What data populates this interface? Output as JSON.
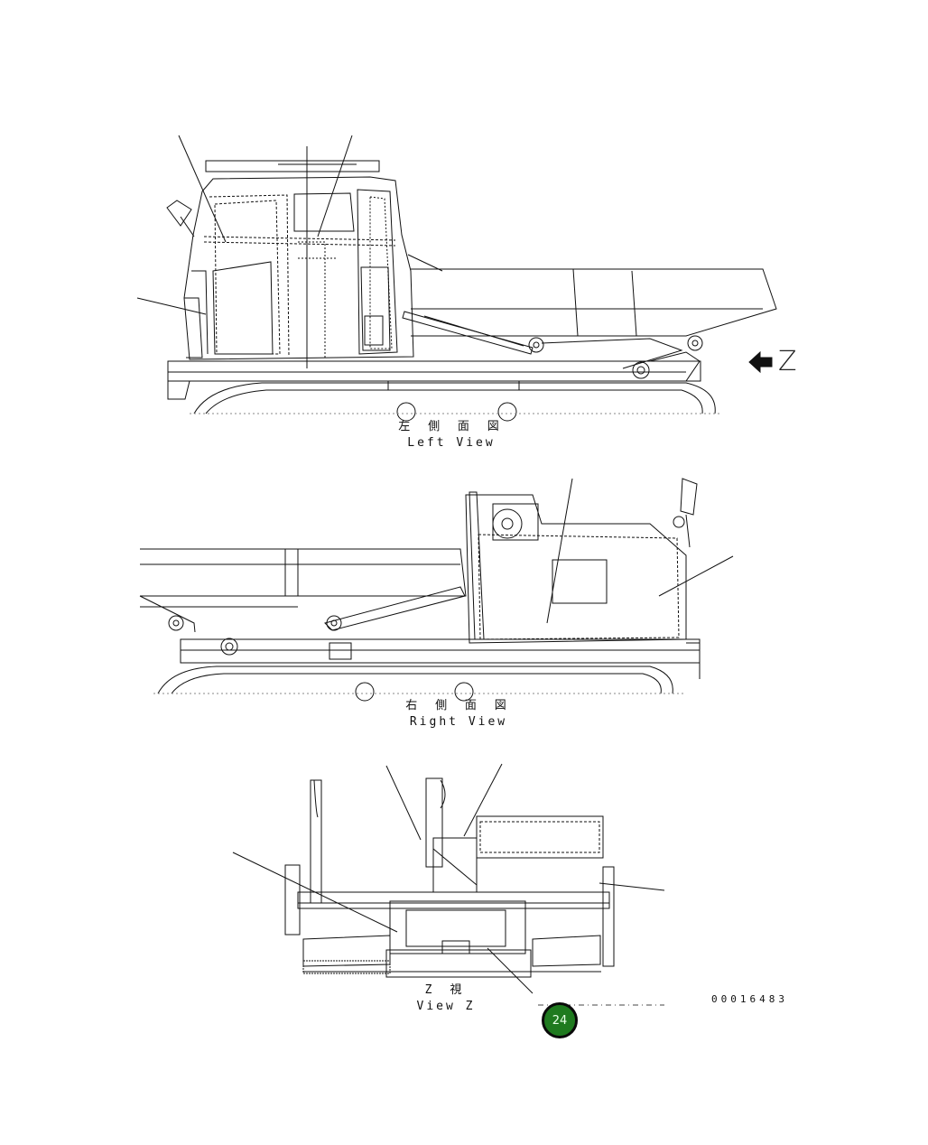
{
  "views": {
    "left": {
      "caption_jp": "左 側 面 図",
      "caption_en": "Left View"
    },
    "right": {
      "caption_jp": "右 側 面 図",
      "caption_en": "Right View"
    },
    "z": {
      "caption_jp": "Z 視",
      "caption_en": "View Z"
    }
  },
  "view_z_pointer": "Z",
  "drawing_number": "00016483",
  "page_badge": "24",
  "colors": {
    "badge_fill": "#1f7a1f",
    "line": "#111111"
  }
}
